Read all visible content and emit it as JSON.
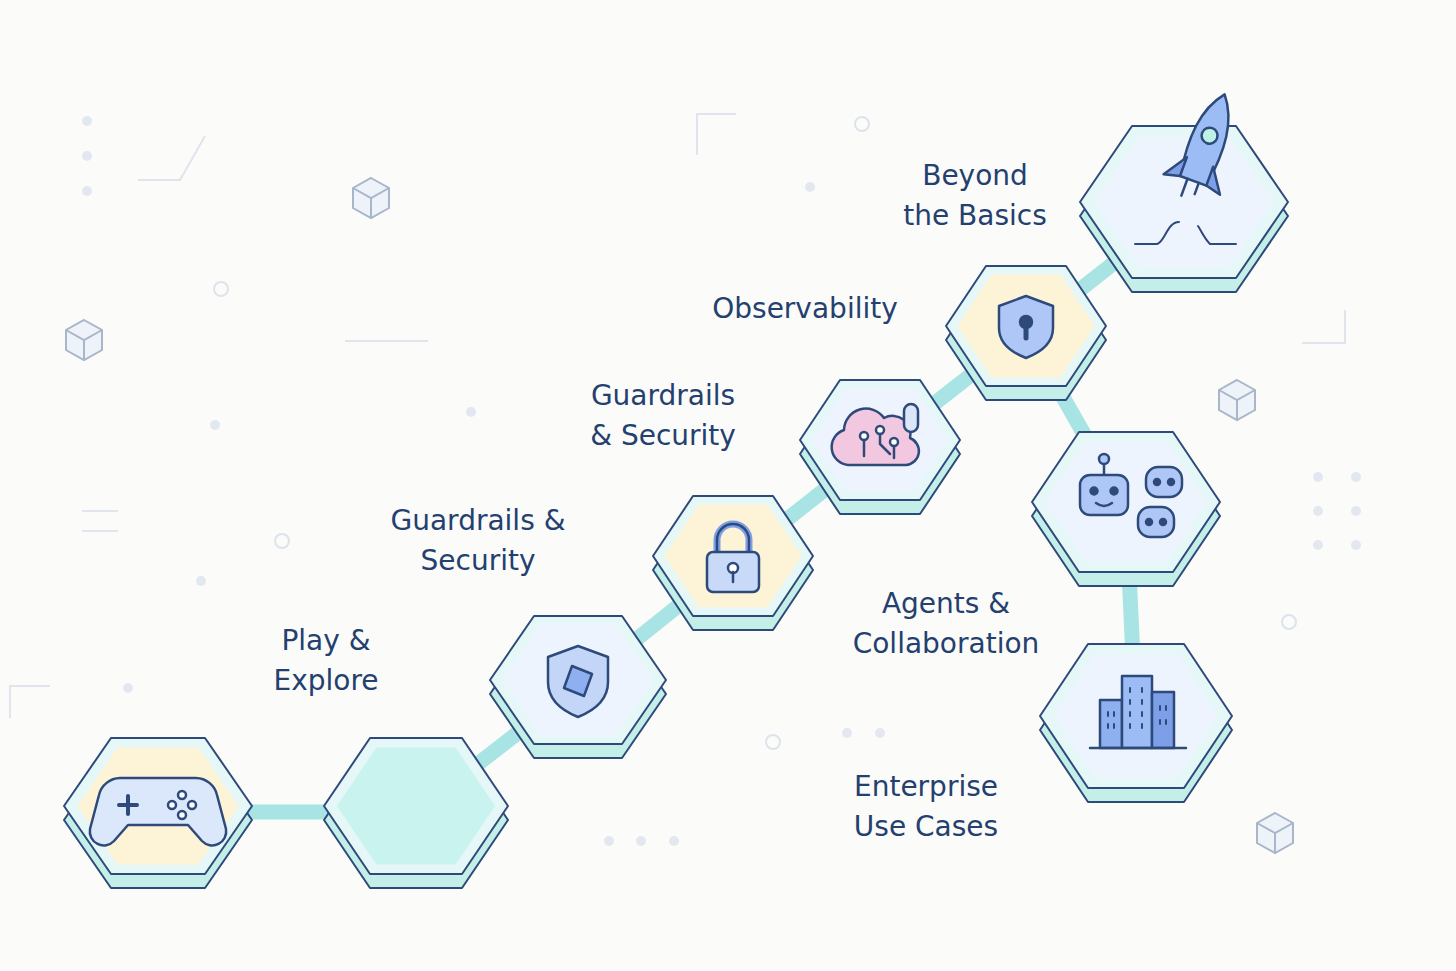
{
  "diagram": {
    "labels": [
      "Beyond the Basics",
      "Observability",
      "Guardrails & Security",
      "Guardrails & Security",
      "Play & Explore",
      "Agents & Collaboration",
      "Enterprise Use Cases"
    ]
  }
}
